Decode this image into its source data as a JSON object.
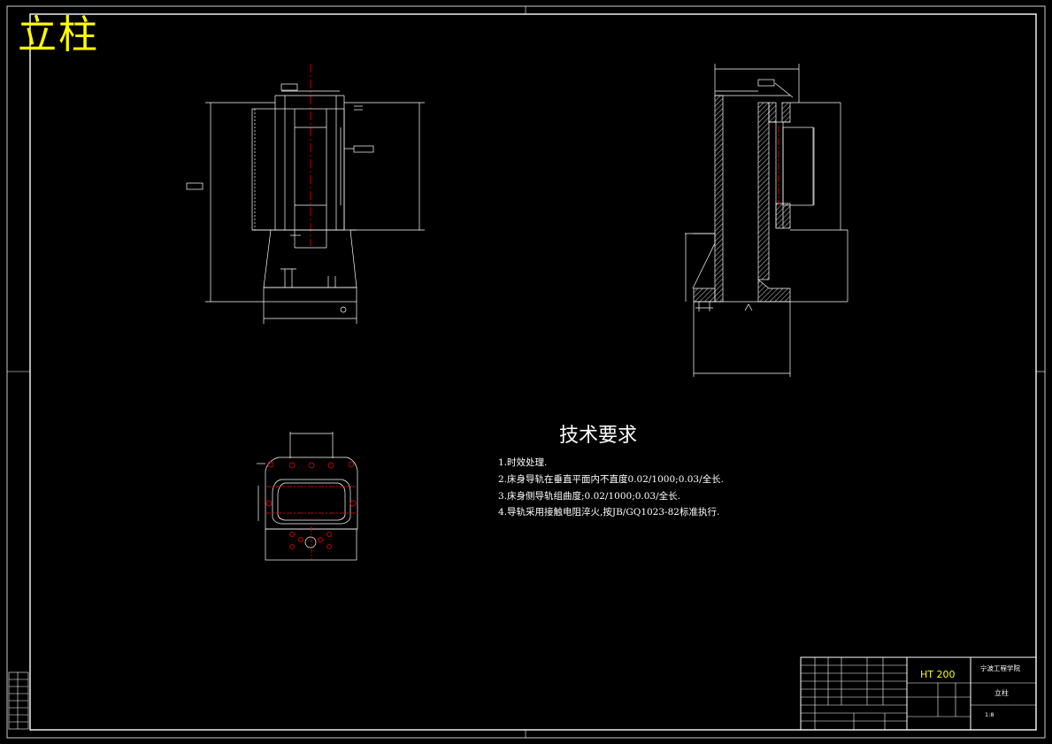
{
  "drawing": {
    "title": "立柱",
    "technical_requirements": {
      "heading": "技术要求",
      "items": [
        "1.时效处理.",
        "2.床身导轨在垂直平面内不直度0.02/1000;0.03/全长.",
        "3.床身侧导轨组曲度;0.02/1000;0.03/全长.",
        "4.导轨采用接触电阻淬火,按JB/GQ1023-82标准执行."
      ]
    },
    "title_block": {
      "material": "HT 200",
      "school": "宁波工程学院",
      "part_name": "立柱",
      "scale": "1:8"
    }
  },
  "colors": {
    "background": "#000000",
    "lines": "#ffffff",
    "center_lines": "#ff0000",
    "title_text": "#ffff00",
    "hatch": "#ffffff"
  },
  "icons": [
    "surface-finish-icon",
    "flatness-frame-icon",
    "datum-symbol-icon"
  ]
}
